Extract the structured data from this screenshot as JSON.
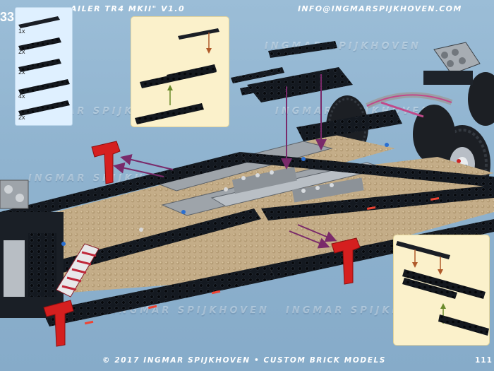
{
  "header": {
    "title": "AILER TR4 MKII\" V1.0",
    "email": "INFO@INGMARSPIJKHOVEN.COM",
    "step_number": "33"
  },
  "footer": {
    "copyright": "© 2017 INGMAR SPIJKHOVEN • CUSTOM BRICK MODELS",
    "page_number": "111"
  },
  "watermark": {
    "text": "INGMAR SPIJKHOVEN"
  },
  "parts_list": {
    "items": [
      {
        "qty": "1x",
        "part": "black-plate-1x8"
      },
      {
        "qty": "2x",
        "part": "black-technic-beam-1x8"
      },
      {
        "qty": "2x",
        "part": "black-technic-beam-1x8"
      },
      {
        "qty": "4x",
        "part": "black-technic-beam-1x10"
      },
      {
        "qty": "2x",
        "part": "black-technic-beam-1x10"
      }
    ]
  },
  "colors": {
    "background": "#8fb3cf",
    "callout_bg": "#fbf1cb",
    "parts_bg": "#dff0ff",
    "arrow": "#7a2a6a",
    "bricks_black": "#12161c",
    "deck_tan": "#c8b08a",
    "red_parts": "#d02020",
    "grey_parts": "#9aa0a6"
  }
}
